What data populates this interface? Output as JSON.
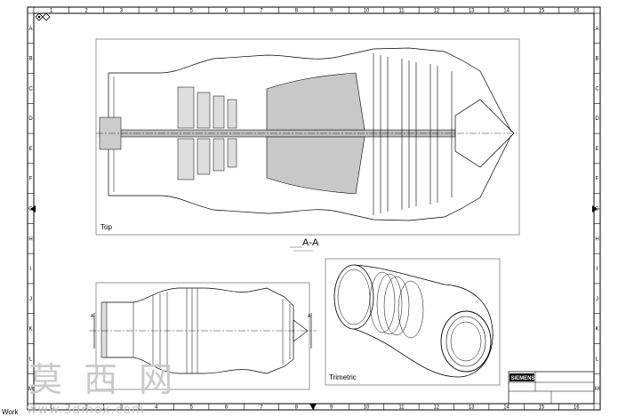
{
  "sheet": {
    "columns": [
      "1",
      "2",
      "3",
      "4",
      "5",
      "6",
      "7",
      "8",
      "9",
      "10",
      "11",
      "12",
      "13",
      "14",
      "15",
      "16"
    ],
    "rows": [
      "A",
      "B",
      "C",
      "D",
      "E",
      "F",
      "G",
      "H",
      "I",
      "J",
      "K",
      "L",
      "M"
    ]
  },
  "views": {
    "top": {
      "label": "Top"
    },
    "section": {
      "label": "A-A",
      "marker": "A"
    },
    "trimetric": {
      "label": "Trimetric"
    }
  },
  "title_block": {
    "brand": "SIEMENS"
  },
  "status": {
    "left_text": "Work"
  },
  "watermark": {
    "chinese": "莫 西 网",
    "url": "www.3dmox.com"
  }
}
